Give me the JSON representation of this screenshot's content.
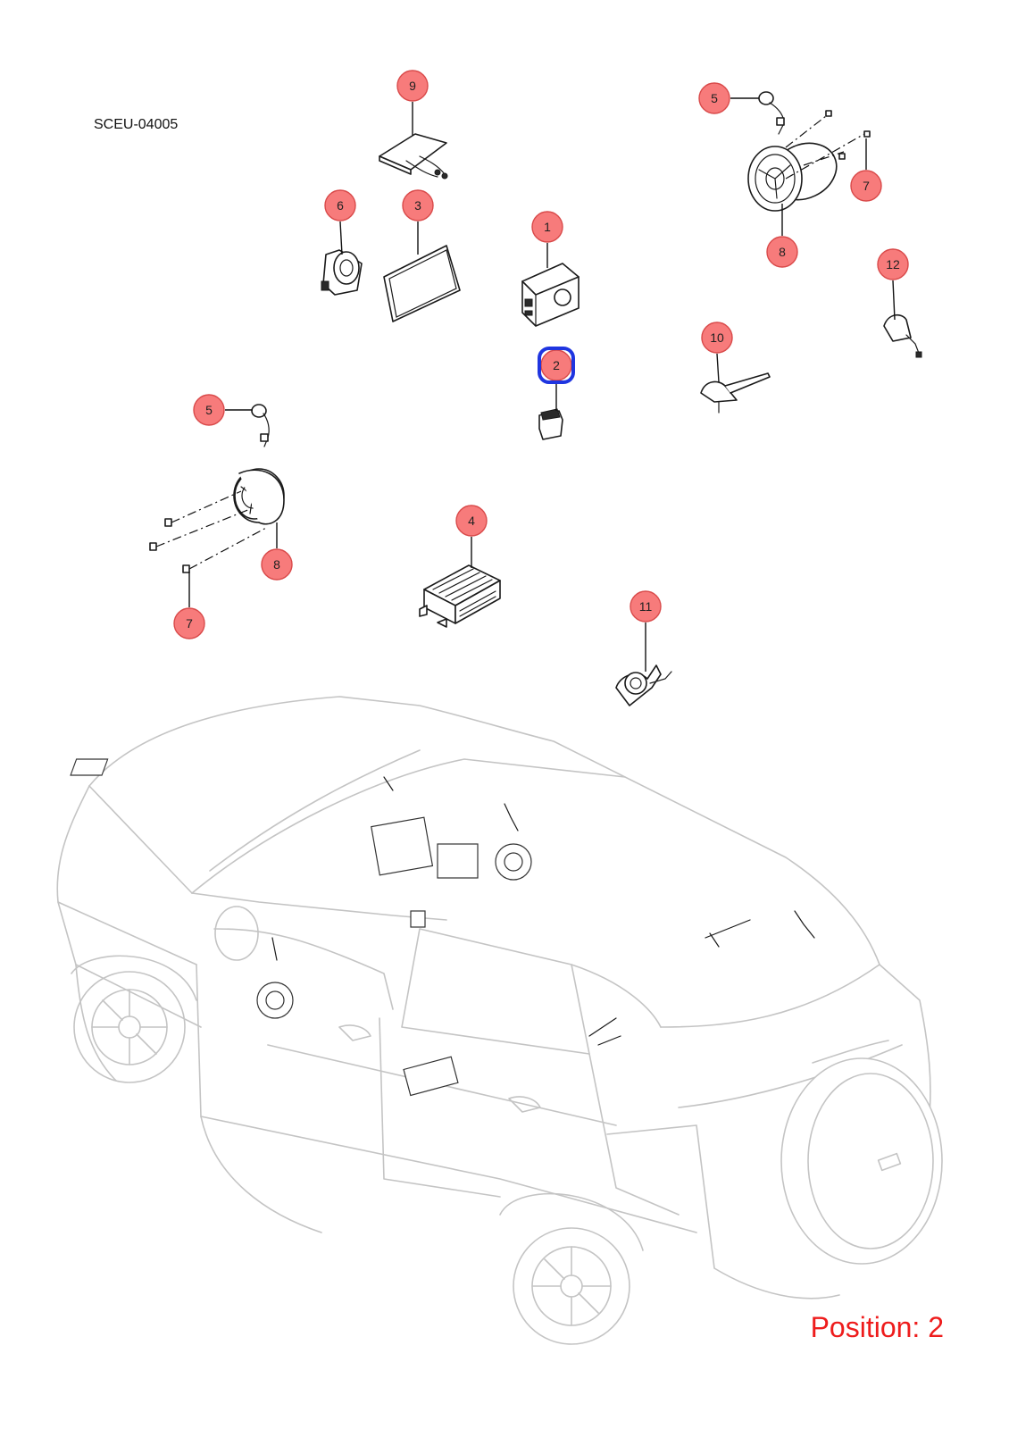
{
  "document_code": "SCEU-04005",
  "position_label": "Position: 2",
  "highlight_color": "#1f35e0",
  "callout_color": "#f77b7b",
  "callouts": [
    {
      "id": "callout-9",
      "label": "9"
    },
    {
      "id": "callout-6",
      "label": "6"
    },
    {
      "id": "callout-3",
      "label": "3"
    },
    {
      "id": "callout-1",
      "label": "1"
    },
    {
      "id": "callout-2",
      "label": "2",
      "highlighted": true
    },
    {
      "id": "callout-5-right",
      "label": "5"
    },
    {
      "id": "callout-7-right",
      "label": "7"
    },
    {
      "id": "callout-8-right",
      "label": "8"
    },
    {
      "id": "callout-12",
      "label": "12"
    },
    {
      "id": "callout-10",
      "label": "10"
    },
    {
      "id": "callout-5-left",
      "label": "5"
    },
    {
      "id": "callout-8-left",
      "label": "8"
    },
    {
      "id": "callout-7-left",
      "label": "7"
    },
    {
      "id": "callout-4",
      "label": "4"
    },
    {
      "id": "callout-11",
      "label": "11"
    }
  ]
}
